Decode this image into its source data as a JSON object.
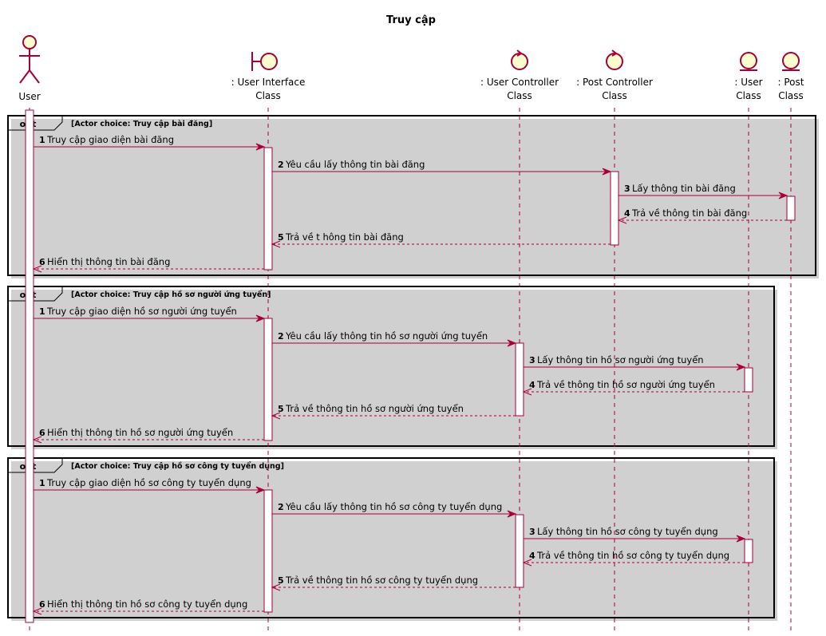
{
  "title": "Truy cập",
  "colors": {
    "arrow": "#a80036",
    "lifeline": "#a80036",
    "participant_fill": "#fefece",
    "participant_stroke": "#a80036",
    "frame_stroke": "#000000",
    "frame_shadow": "#d0d0d0"
  },
  "participants": [
    {
      "id": "user",
      "kind": "actor",
      "label1": "User",
      "label2": ""
    },
    {
      "id": "ui",
      "kind": "boundary",
      "label1": ": User Interface",
      "label2": "Class"
    },
    {
      "id": "uc",
      "kind": "control",
      "label1": ": User Controller",
      "label2": "Class"
    },
    {
      "id": "pc",
      "kind": "control",
      "label1": ": Post Controller",
      "label2": "Class"
    },
    {
      "id": "uent",
      "kind": "entity",
      "label1": ": User",
      "label2": "Class"
    },
    {
      "id": "pent",
      "kind": "entity",
      "label1": ": Post",
      "label2": "Class"
    }
  ],
  "fragments": [
    {
      "operator": "opt",
      "guard": "[Actor choice: Truy cập bài đăng]",
      "messages": [
        {
          "num": "1",
          "text": "Truy cập giao diện bài đăng",
          "from": "user",
          "to": "ui",
          "reply": false
        },
        {
          "num": "2",
          "text": "Yêu cầu lấy thông tin bài đăng",
          "from": "ui",
          "to": "pc",
          "reply": false
        },
        {
          "num": "3",
          "text": "Lấy thông tin bài đăng",
          "from": "pc",
          "to": "pent",
          "reply": false
        },
        {
          "num": "4",
          "text": "Trả về thông tin bài đăng",
          "from": "pent",
          "to": "pc",
          "reply": true
        },
        {
          "num": "5",
          "text": "Trả về t hông tin bài đăng",
          "from": "pc",
          "to": "ui",
          "reply": true
        },
        {
          "num": "6",
          "text": "Hiển thị thông tin bài đăng",
          "from": "ui",
          "to": "user",
          "reply": true
        }
      ]
    },
    {
      "operator": "opt",
      "guard": "[Actor choice: Truy cập hồ sơ người ứng tuyển]",
      "messages": [
        {
          "num": "1",
          "text": "Truy cập giao diện hồ sơ người ứng tuyển",
          "from": "user",
          "to": "ui",
          "reply": false
        },
        {
          "num": "2",
          "text": "Yêu cầu lấy thông tin hồ sơ người ứng tuyển",
          "from": "ui",
          "to": "uc",
          "reply": false
        },
        {
          "num": "3",
          "text": "Lấy thông tin hồ sơ người ứng tuyển",
          "from": "uc",
          "to": "uent",
          "reply": false
        },
        {
          "num": "4",
          "text": "Trả về thông tin hồ sơ người ứng tuyển",
          "from": "uent",
          "to": "uc",
          "reply": true
        },
        {
          "num": "5",
          "text": "Trả về thông tin hồ sơ người ứng tuyển",
          "from": "uc",
          "to": "ui",
          "reply": true
        },
        {
          "num": "6",
          "text": "Hiển thị thông tin hồ sơ người ứng tuyển",
          "from": "ui",
          "to": "user",
          "reply": true
        }
      ]
    },
    {
      "operator": "opt",
      "guard": "[Actor choice: Truy cập hồ sơ công ty tuyển dụng]",
      "messages": [
        {
          "num": "1",
          "text": "Truy cập giao diện hồ sơ công ty tuyển dụng",
          "from": "user",
          "to": "ui",
          "reply": false
        },
        {
          "num": "2",
          "text": "Yêu cầu lấy thông tin hồ sơ công ty tuyển dụng",
          "from": "ui",
          "to": "uc",
          "reply": false
        },
        {
          "num": "3",
          "text": "Lấy thông tin hồ sơ công ty tuyển dụng",
          "from": "uc",
          "to": "uent",
          "reply": false
        },
        {
          "num": "4",
          "text": "Trả về thông tin hồ sơ công ty tuyển dụng",
          "from": "uent",
          "to": "uc",
          "reply": true
        },
        {
          "num": "5",
          "text": "Trả về thông tin hồ sơ công ty tuyển dụng",
          "from": "uc",
          "to": "ui",
          "reply": true
        },
        {
          "num": "6",
          "text": "Hiển thị thông tin hồ sơ công ty tuyển dụng",
          "from": "ui",
          "to": "user",
          "reply": true
        }
      ]
    }
  ]
}
